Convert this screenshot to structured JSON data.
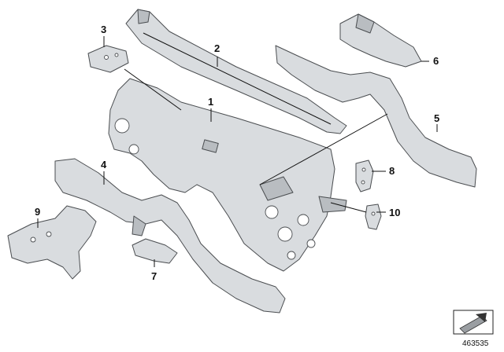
{
  "callouts": {
    "c1": "1",
    "c2": "2",
    "c3": "3",
    "c4": "4",
    "c5": "5",
    "c6": "6",
    "c7": "7",
    "c8": "8",
    "c9": "9",
    "c10": "10"
  },
  "diagram_number": "463535",
  "icons": {
    "corner_icon": "arrow-in-box-icon"
  }
}
